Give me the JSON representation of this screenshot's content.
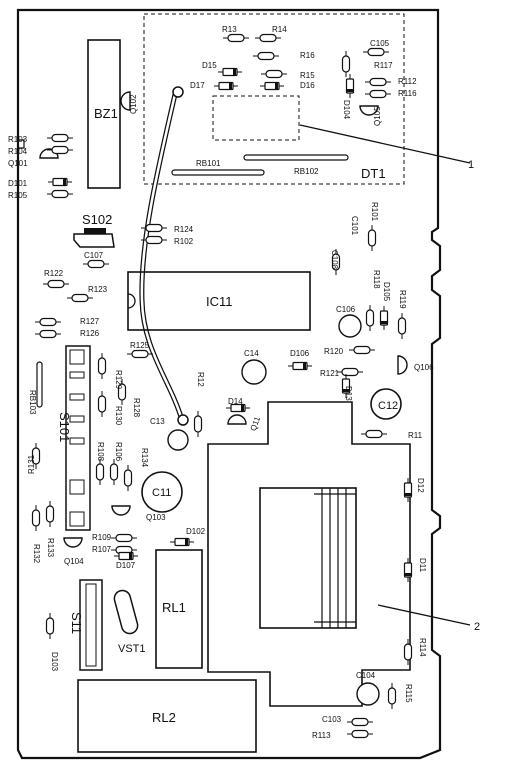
{
  "board": {
    "callouts": [
      "1",
      "2"
    ],
    "modules": {
      "dt1": "DT1",
      "ic11": "IC11",
      "bz1": "BZ1",
      "rl1": "RL1",
      "rl2": "RL2",
      "s101": "S101",
      "s102": "S102",
      "s11": "S11",
      "vst1": "VST1"
    },
    "resistor_networks": {
      "rb101": "RB101",
      "rb102": "RB102",
      "rb103": "RB103"
    },
    "top_components": {
      "r13": "R13",
      "r14": "R14",
      "r16": "R16",
      "d15": "D15",
      "r15": "R15",
      "d17": "D17",
      "d16": "D16",
      "c105": "C105",
      "r117": "R117",
      "r112": "R112",
      "r116": "R116",
      "d104": "D104",
      "q105": "Q105",
      "q102": "Q102"
    },
    "left_components": {
      "r103": "R103",
      "r104": "R104",
      "q101": "Q101",
      "d101": "D101",
      "r105": "R105",
      "r124": "R124",
      "r102": "R102",
      "c107": "C107",
      "r122": "R122",
      "r123": "R123",
      "r127": "R127",
      "r126": "R126",
      "r125": "R125",
      "r129": "R129",
      "r128": "R128",
      "r130": "R130",
      "r108": "R108",
      "r106": "R106",
      "r134": "R134",
      "r131": "R131",
      "q103": "Q103",
      "r109": "R109",
      "r107": "R107",
      "d107": "D107",
      "d102": "D102",
      "q104": "Q104",
      "r132": "R132",
      "r133": "R133",
      "d103": "D103"
    },
    "right_components": {
      "r101": "R101",
      "c101": "C101",
      "c108": "C108",
      "r118": "R118",
      "d105": "D105",
      "r119": "R119",
      "c106": "C106",
      "r120": "R120",
      "d106": "D106",
      "r121": "R121",
      "q106": "Q106",
      "d13": "D13",
      "c12": "C12",
      "r11": "R11",
      "d12": "D12",
      "d11": "D11",
      "r114": "R114",
      "r115": "R115",
      "c104": "C104",
      "c103": "C103",
      "r113": "R113"
    },
    "center_components": {
      "c14": "C14",
      "r12": "R12",
      "c13": "C13",
      "d14": "D14",
      "q11": "Q11",
      "c11": "C11"
    }
  }
}
